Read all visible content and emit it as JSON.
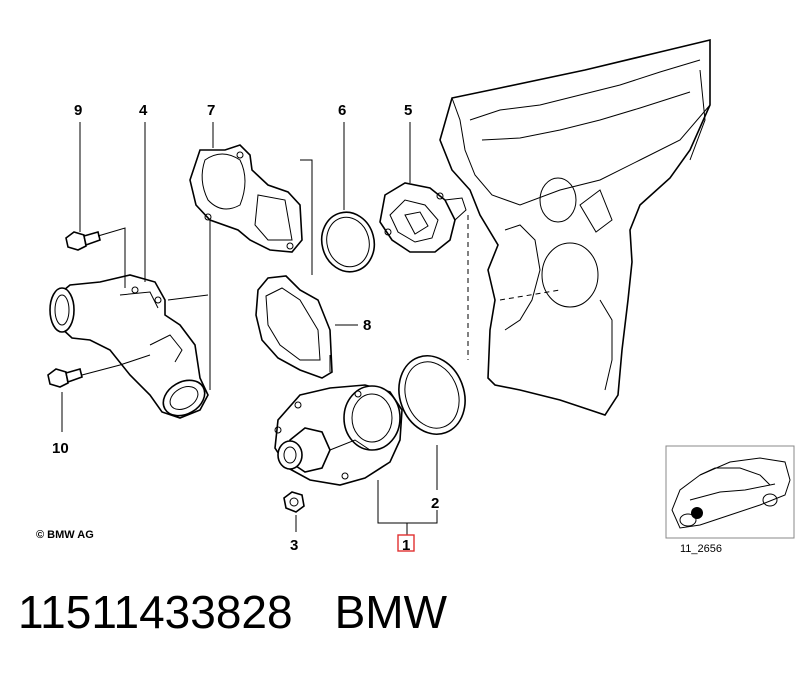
{
  "diagram": {
    "callouts": [
      "9",
      "4",
      "7",
      "6",
      "5",
      "8",
      "10",
      "1",
      "2",
      "3"
    ],
    "copyright": "© BMW AG",
    "reference_code": "11_2656",
    "highlight_color": "#e03030"
  },
  "footer": {
    "part_number": "11511433828",
    "brand": "BMW"
  }
}
